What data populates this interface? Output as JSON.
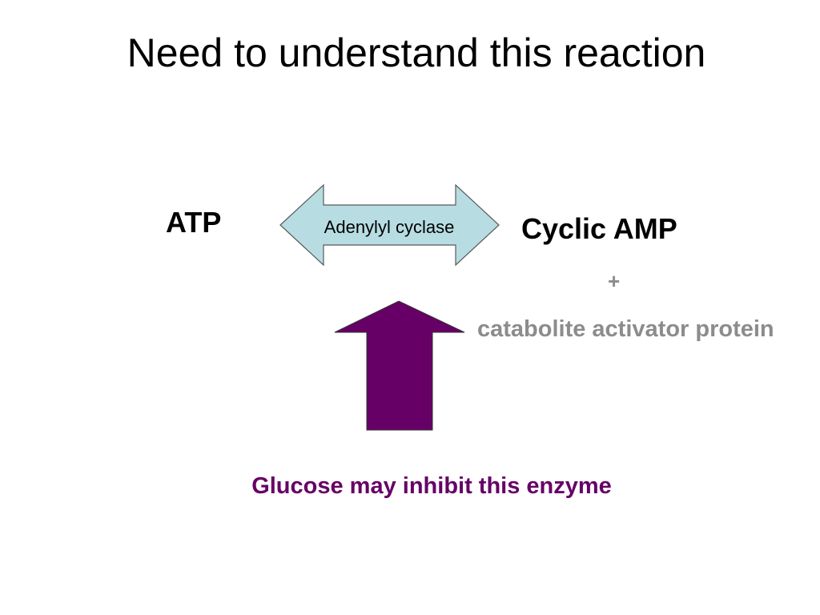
{
  "slide": {
    "title": "Need to understand this reaction",
    "substrate": "ATP",
    "product": "Cyclic AMP",
    "enzyme": "Adenylyl cyclase",
    "plus": "+",
    "partner": "catabolite activator protein",
    "note": "Glucose may inhibit this enzyme"
  },
  "colors": {
    "text": "#000000",
    "enzyme_arrow_fill": "#b7dde2",
    "enzyme_arrow_stroke": "#5a5a5a",
    "inhibition_arrow_fill": "#660066",
    "inhibition_arrow_stroke": "#333333",
    "partner_text": "#8c8c8c",
    "note_text": "#660066"
  }
}
